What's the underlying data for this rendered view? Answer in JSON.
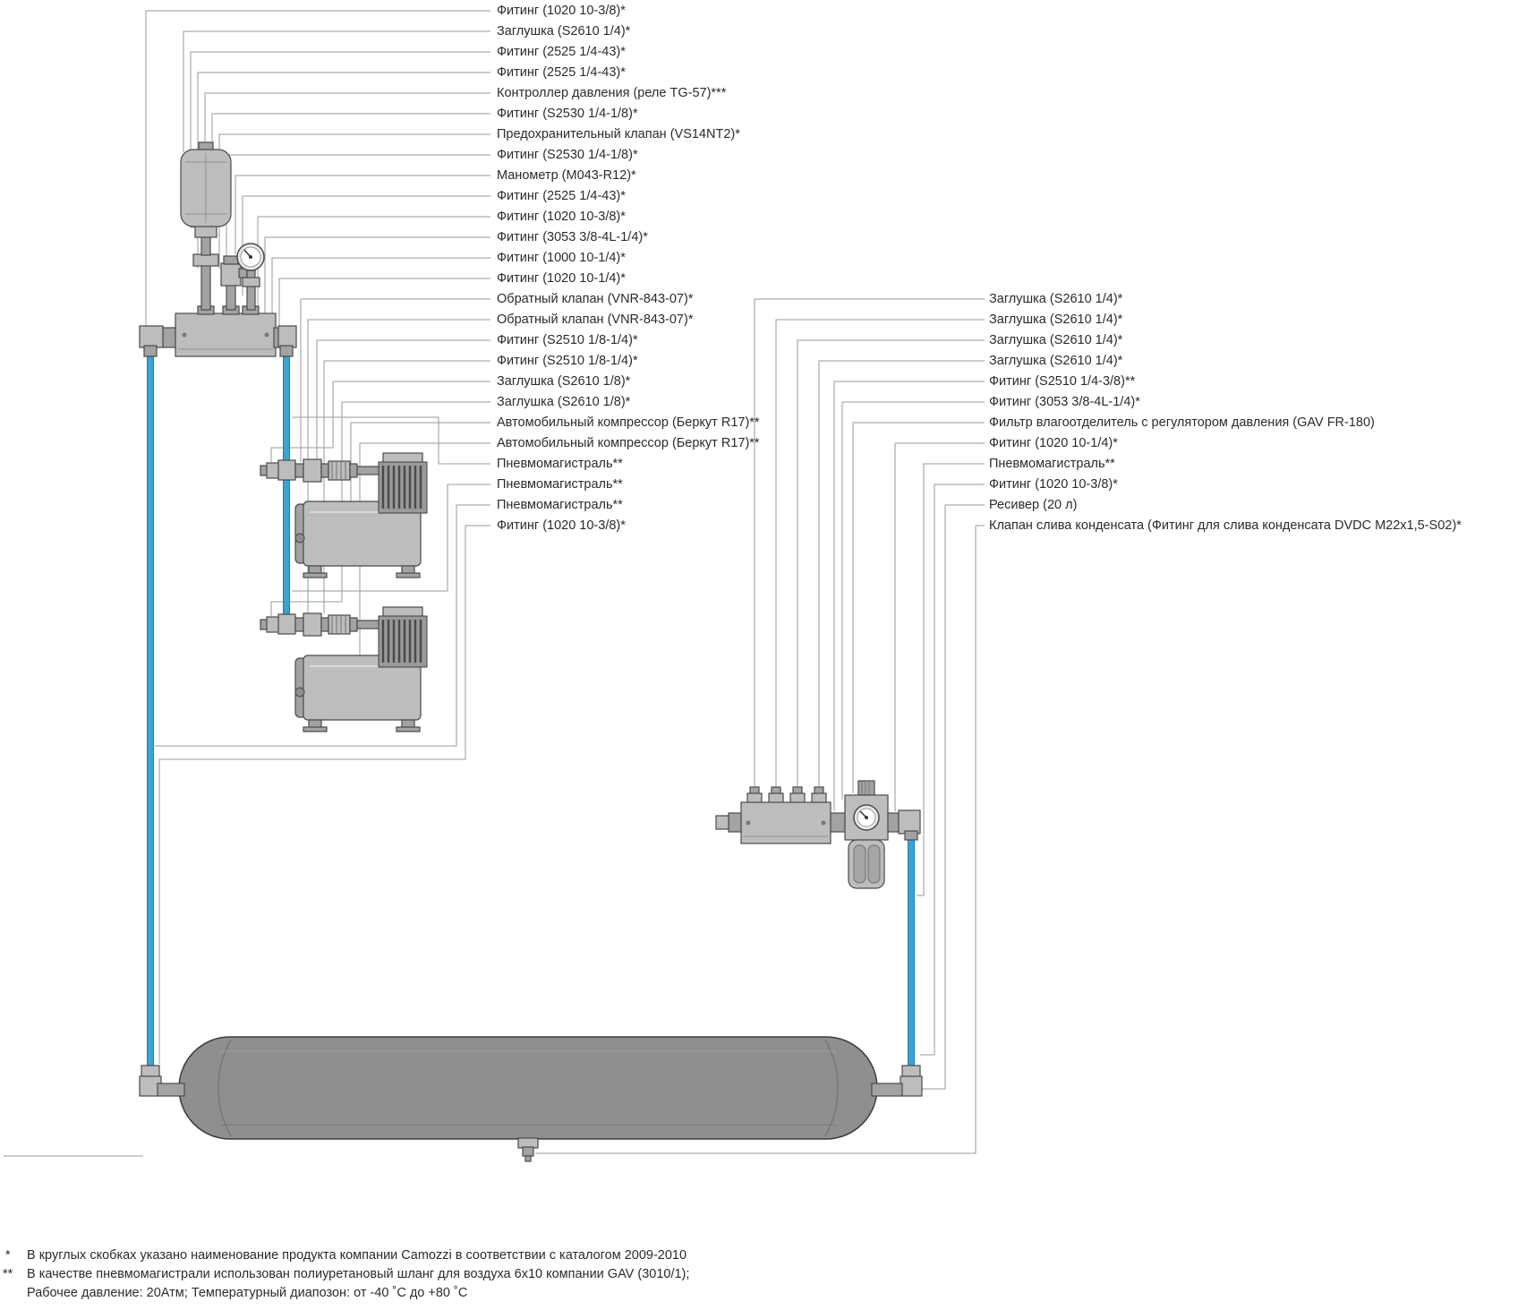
{
  "labels": {
    "left": [
      "Фитинг (1020 10-3/8)*",
      "Заглушка (S2610 1/4)*",
      "Фитинг (2525 1/4-43)*",
      "Фитинг (2525 1/4-43)*",
      "Контроллер давления (реле TG-57)***",
      "Фитинг (S2530 1/4-1/8)*",
      "Предохранительный клапан (VS14NT2)*",
      "Фитинг (S2530 1/4-1/8)*",
      "Манометр (M043-R12)*",
      "Фитинг (2525 1/4-43)*",
      "Фитинг (1020 10-3/8)*",
      "Фитинг (3053 3/8-4L-1/4)*",
      "Фитинг (1000 10-1/4)*",
      "Фитинг (1020 10-1/4)*",
      "Обратный клапан (VNR-843-07)*",
      "Обратный клапан (VNR-843-07)*",
      "Фитинг (S2510 1/8-1/4)*",
      "Фитинг (S2510 1/8-1/4)*",
      "Заглушка (S2610 1/8)*",
      "Заглушка (S2610 1/8)*",
      "Автомобильный компрессор (Беркут R17)**",
      "Автомобильный компрессор (Беркут R17)**",
      "Пневмомагистраль**",
      "Пневмомагистраль**",
      "Пневмомагистраль**",
      "Фитинг (1020 10-3/8)*"
    ],
    "right": [
      "Заглушка (S2610 1/4)*",
      "Заглушка (S2610 1/4)*",
      "Заглушка (S2610 1/4)*",
      "Заглушка (S2610 1/4)*",
      "Фитинг (S2510 1/4-3/8)**",
      "Фитинг (3053 3/8-4L-1/4)*",
      "Фильтр влагоотделитель с регулятором давления (GAV FR-180)",
      "Фитинг (1020 10-1/4)*",
      "Пневмомагистраль**",
      "Фитинг (1020 10-3/8)*",
      "Ресивер (20 л)",
      "Клапан слива конденсата (Фитинг для слива конденсата DVDC M22x1,5-S02)*"
    ]
  },
  "footnotes": [
    {
      "marker": "*",
      "text": "В круглых скобках указано наименование продукта компании Camozzi в соответствии с каталогом 2009-2010"
    },
    {
      "marker": "**",
      "text": "В качестве пневмомагистрали использован полиуретановый шланг для воздуха 6х10 компании GAV (3010/1);"
    },
    {
      "marker": "",
      "text": "Рабочее давление: 20Атм; Температурный диапозон: от -40 ˚С до +80 ˚С"
    }
  ],
  "colors": {
    "pneumatic_line": "#38a4d6",
    "leader_line": "#9a9a9a",
    "component_metal": "#bdbdbd",
    "component_dark": "#8f8f8f"
  }
}
